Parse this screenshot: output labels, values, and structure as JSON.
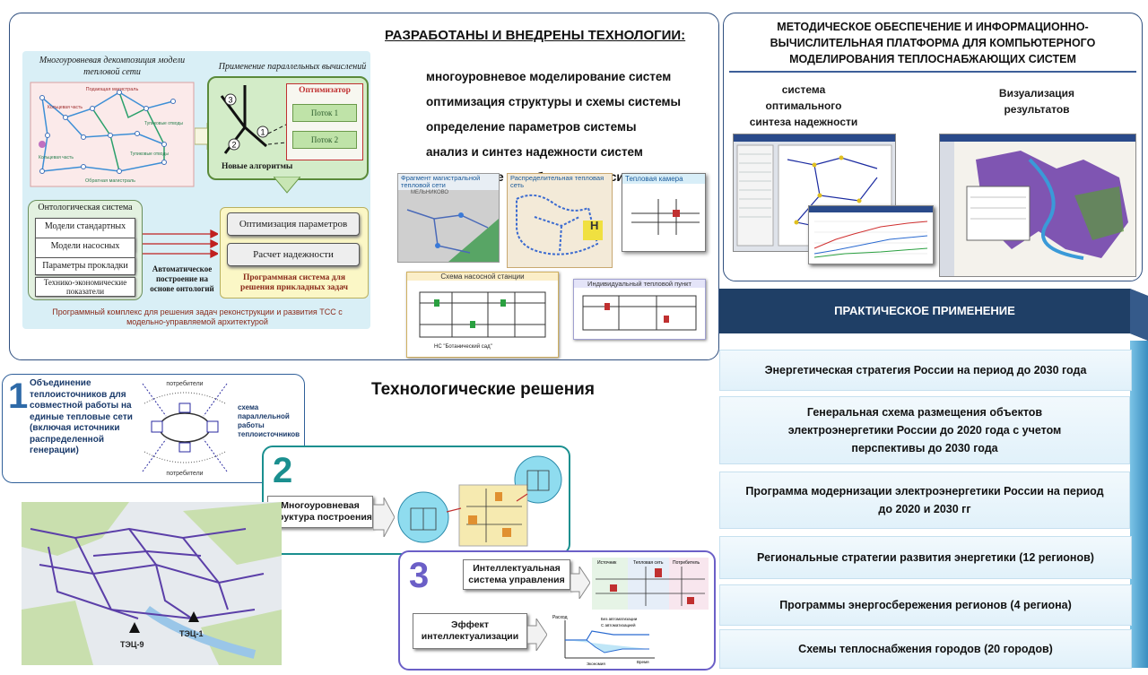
{
  "main_panel": {
    "decomposition_title": "Многоуровневая декомпозиция модели тепловой сети",
    "network_labels": {
      "top": "Подающая магистраль",
      "left_top": "Кольцевая часть",
      "right_top": "Тупиковые отводы",
      "left_bottom": "Кольцевая часть",
      "right_bottom": "Тупиковые отводы",
      "bottom": "Обратная магистраль"
    },
    "parallel_title": "Применение параллельных вычислений",
    "optimizer": "Оптимизатор",
    "flow1": "Поток 1",
    "flow2": "Поток 2",
    "new_algorithms": "Новые алгоритмы",
    "ontology_title": "Онтологическая система",
    "ontology_items": [
      "Модели стандартных труб",
      "Модели насосных станций",
      "Параметры прокладки",
      "Технико-экономические показатели"
    ],
    "auto_build": "Автоматическое построение на основе онтологий",
    "task_items": [
      "Оптимизация параметров",
      "Расчет  надежности"
    ],
    "program_system": "Программная система для решения прикладных задач",
    "caption": "Программный комплекс для решения задач реконструкции и развития ТСС с модельно-управляемой архитектурой",
    "tech_title": "РАЗРАБОТАНЫ И ВНЕДРЕНЫ ТЕХНОЛОГИИ:",
    "tech_bullet": "",
    "technologies": [
      "многоуровневое моделирование систем",
      "оптимизация структуры и схемы системы",
      "определение параметров системы",
      "анализ и синтез  надежности систем",
      "комплексное преобразование систем"
    ],
    "schema_labels": {
      "main_fragment": "Фрагмент магистральной тепловой сети",
      "distribution": "Распределительная тепловая сеть",
      "chamber": "Тепловая камера",
      "pump_station": "Схема насосной станции",
      "individual_point": "Индивидуальный тепловой пункт",
      "district": "МЕЛЬНИКОВО",
      "ns_label": "НС \"Ботанический сад\"",
      "letter_h": "Н"
    }
  },
  "right_panel": {
    "title_lines": [
      "МЕТОДИЧЕСКОЕ ОБЕСПЕЧЕНИЕ И ИНФОРМАЦИОННО-",
      "ВЫЧИСЛИТЕЛЬНАЯ ПЛАТФОРМА ДЛЯ КОМПЬЮТЕРНОГО",
      "МОДЕЛИРОВАНИЯ ТЕПЛОСНАБЖАЮЩИХ СИСТЕМ"
    ],
    "left_caption": "система оптимального синтеза надежности",
    "right_caption": "Визуализация результатов"
  },
  "practical": {
    "header": "ПРАКТИЧЕСКОЕ ПРИМЕНЕНИЕ",
    "items": [
      "Энергетическая стратегия России на период до 2030 года",
      "Генеральная схема размещения объектов электроэнергетики России до 2020 года с учетом перспективы до 2030 года",
      "Программа модернизации электроэнергетики России на период до 2020 и 2030 гг",
      "Региональные стратегии развития энергетики (12 регионов)",
      "Программы энергосбережения регионов (4 региона)",
      "Схемы теплоснабжения городов (20 городов)"
    ]
  },
  "solutions": {
    "title": "Технологические решения",
    "s1": {
      "number": "1",
      "text": "Объединение теплоисточников для совместной работы на единые тепловые сети (включая источники распределенной генерации)",
      "consumers_top": "потребители",
      "consumers_bottom": "потребители",
      "parallel_note": "схема параллельной работы теплоисточников"
    },
    "s2": {
      "number": "2",
      "text": "Многоуровневая структура построения"
    },
    "s3": {
      "number": "3",
      "control": "Интеллектуальная система управления",
      "effect": "Эффект интеллектуализации",
      "chart_labels": [
        "Расход",
        "Без автоматизации",
        "С автоматизацией",
        "Время",
        "Экономия"
      ],
      "section_labels": [
        "Источник",
        "Тепловая сеть",
        "Потребитель"
      ]
    },
    "map_labels": [
      "ТЭЦ-9",
      "ТЭЦ-1"
    ]
  },
  "colors": {
    "panel_border": "#2f4f7f",
    "teal_border": "#1a8f8f",
    "purple_border": "#6b5fc7",
    "number_blue": "#2e6aa8",
    "network_purple": "#5b3fa8",
    "header_navy": "#1f3f66"
  }
}
